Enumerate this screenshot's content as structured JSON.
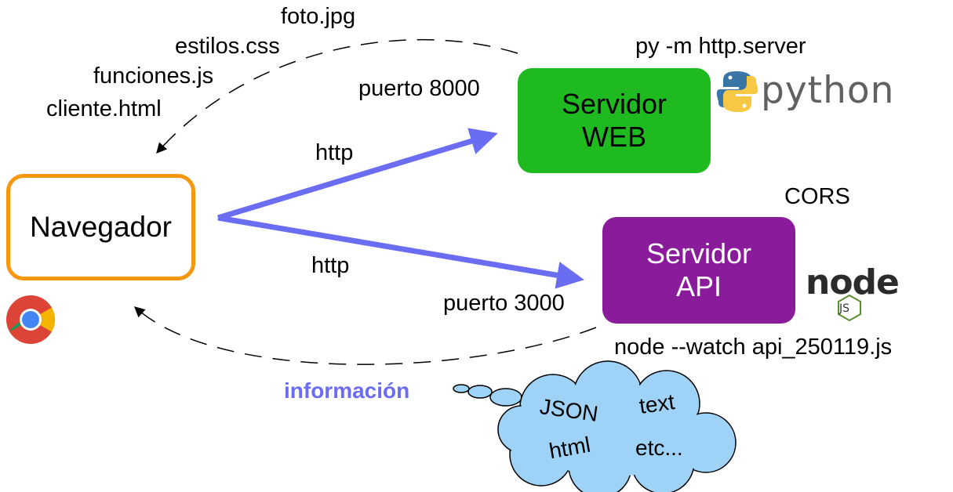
{
  "files": [
    "foto.jpg",
    "estilos.css",
    "funciones.js",
    "cliente.html"
  ],
  "browser": {
    "label": "Navegador",
    "icon": "chrome-icon"
  },
  "web_server": {
    "line1": "Servidor",
    "line2": "WEB",
    "port": "puerto 8000",
    "command": "py -m http.server",
    "logo_text": "python",
    "logo_icon": "python-logo-icon"
  },
  "api_server": {
    "line1": "Servidor",
    "line2": "API",
    "port": "puerto 3000",
    "command": "node  --watch api_250119.js",
    "cors": "CORS",
    "logo_text": "node",
    "logo_badge": "JS",
    "logo_icon": "nodejs-logo-icon"
  },
  "protocol_top": "http",
  "protocol_bottom": "http",
  "info": {
    "label": "información",
    "items": [
      "JSON",
      "text",
      "html",
      "etc..."
    ]
  },
  "colors": {
    "browser_border": "#f7960f",
    "web_server": "#1fba1f",
    "api_server": "#8a1c9b",
    "arrow": "#6a6cf2",
    "cloud": "#9fd2f7",
    "info_text": "#6a6cf2"
  }
}
